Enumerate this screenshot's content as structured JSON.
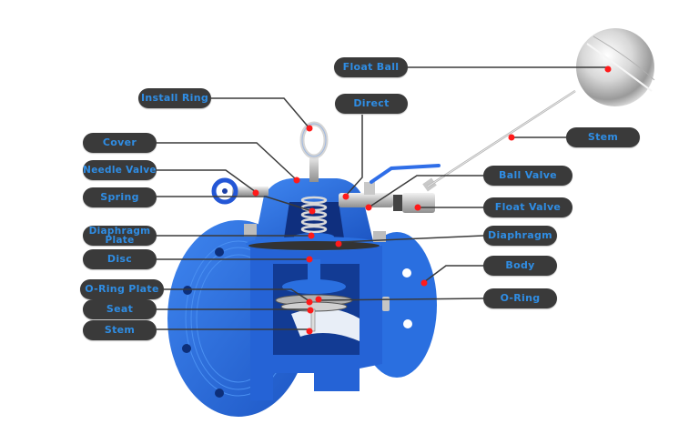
{
  "diagram": {
    "subject": "Float ball valve cutaway (hydraulic control valve)",
    "colors": {
      "label_bg": "#3a3a3a",
      "label_text": "#2f8de4",
      "leader_line": "#3a3a3a",
      "marker_dot": "#ff0000",
      "valve_body": "#2a6fe0",
      "valve_body_dark": "#1a4fb0",
      "steel": "#c9c9c9"
    },
    "labels": {
      "left": [
        {
          "id": "install-ring",
          "text": "Install Ring"
        },
        {
          "id": "cover",
          "text": "Cover"
        },
        {
          "id": "needle-valve",
          "text": "Needle Valve"
        },
        {
          "id": "spring",
          "text": "Spring"
        },
        {
          "id": "diaphragm-plate",
          "text": "Diaphragm Plate",
          "line1": "Diaphragm",
          "line2": "Plate"
        },
        {
          "id": "disc",
          "text": "Disc"
        },
        {
          "id": "o-ring-plate",
          "text": "O-Ring Plate"
        },
        {
          "id": "seat",
          "text": "Seat"
        },
        {
          "id": "stem-left",
          "text": "Stem"
        }
      ],
      "right": [
        {
          "id": "float-ball",
          "text": "Float Ball"
        },
        {
          "id": "direct",
          "text": "Direct"
        },
        {
          "id": "stem-right",
          "text": "Stem"
        },
        {
          "id": "ball-valve",
          "text": "Ball Valve"
        },
        {
          "id": "float-valve",
          "text": "Float Valve"
        },
        {
          "id": "diaphragm",
          "text": "Diaphragm"
        },
        {
          "id": "body",
          "text": "Body"
        },
        {
          "id": "o-ring",
          "text": "O-Ring"
        }
      ]
    }
  }
}
